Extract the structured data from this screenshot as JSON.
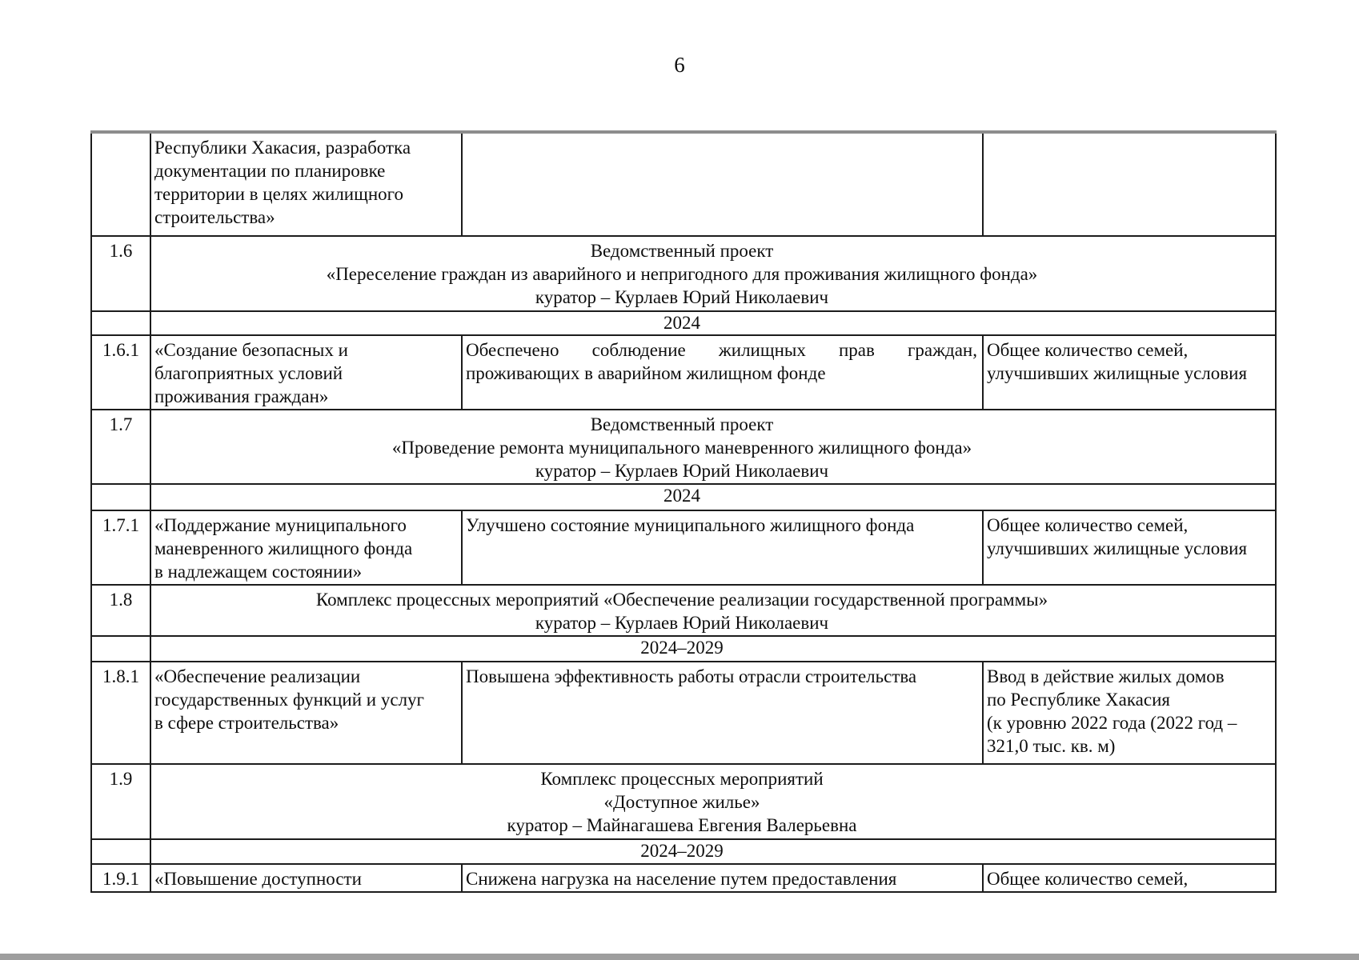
{
  "page": {
    "number": "6"
  },
  "colors": {
    "border": "#1c1c1c",
    "scan_edge_gray": "#8d8d8d",
    "bottom_bar": "#9e9e9e",
    "text": "#0e0e0e"
  },
  "table": {
    "rows": [
      {
        "kind": "detail",
        "num": "",
        "objective": "Республики Хакасия, разработка\nдокументации по планировке\nтерритории в целях жилищного\nстроительства»",
        "result": "",
        "indicator": ""
      },
      {
        "kind": "section",
        "num": "1.6",
        "lines": [
          "Ведомственный проект",
          "«Переселение граждан из аварийного и непригодного для проживания жилищного фонда»",
          "куратор – Курлаев Юрий Николаевич"
        ]
      },
      {
        "kind": "year",
        "label": "2024"
      },
      {
        "kind": "detail",
        "num": "1.6.1",
        "objective": "«Создание безопасных и\nблагоприятных условий\nпроживания граждан»",
        "result_line1": "Обеспечено соблюдение жилищных прав граждан,",
        "result_line2": "проживающих в аварийном жилищном фонде",
        "indicator": "Общее количество семей,\nулучшивших жилищные условия"
      },
      {
        "kind": "section",
        "num": "1.7",
        "lines": [
          "Ведомственный проект",
          "«Проведение ремонта муниципального маневренного жилищного фонда»",
          "куратор – Курлаев Юрий Николаевич"
        ]
      },
      {
        "kind": "year",
        "label": "2024"
      },
      {
        "kind": "detail",
        "num": "1.7.1",
        "objective": "«Поддержание муниципального\nманевренного жилищного фонда\nв надлежащем состоянии»",
        "result": "Улучшено состояние муниципального жилищного фонда",
        "indicator": "Общее количество семей,\nулучшивших жилищные условия"
      },
      {
        "kind": "section",
        "num": "1.8",
        "lines": [
          "Комплекс процессных мероприятий «Обеспечение реализации государственной программы»",
          "куратор – Курлаев Юрий Николаевич"
        ]
      },
      {
        "kind": "year",
        "label": "2024–2029"
      },
      {
        "kind": "detail",
        "num": "1.8.1",
        "objective": "«Обеспечение реализации\nгосударственных функций и услуг\nв сфере строительства»",
        "result": "Повышена эффективность работы отрасли строительства",
        "indicator": "Ввод в действие жилых домов\nпо Республике Хакасия\n(к уровню 2022 года (2022 год –\n321,0 тыс. кв. м)"
      },
      {
        "kind": "section",
        "num": "1.9",
        "lines": [
          "Комплекс процессных мероприятий",
          "«Доступное жилье»",
          "куратор – Майнагашева Евгения Валерьевна"
        ]
      },
      {
        "kind": "year",
        "label": "2024–2029"
      },
      {
        "kind": "detail",
        "num": "1.9.1",
        "objective": "«Повышение доступности",
        "result": "Снижена нагрузка на население путем предоставления",
        "indicator": "Общее количество семей,"
      }
    ]
  }
}
